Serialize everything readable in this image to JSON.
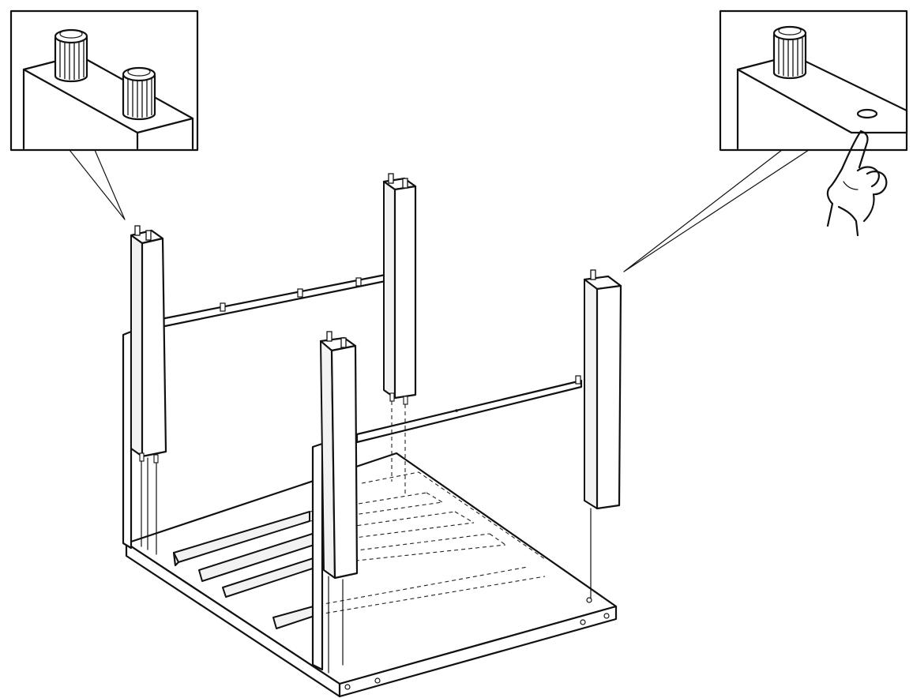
{
  "diagram": {
    "kind": "assembly-instruction",
    "callouts": [
      {
        "name": "two-dowel-detail",
        "dowels": 2,
        "shows_hand": false
      },
      {
        "name": "dowel-and-hole-detail",
        "dowels": 1,
        "holes": 1,
        "shows_hand": true,
        "hand_gesture": "pointing-up"
      }
    ],
    "legs": 4,
    "rails": 2,
    "rail_dowels_visible": 3,
    "floor_slats": 4,
    "colors": {
      "line": "#111111",
      "background": "#ffffff",
      "shade": "#f2f2f2"
    }
  }
}
